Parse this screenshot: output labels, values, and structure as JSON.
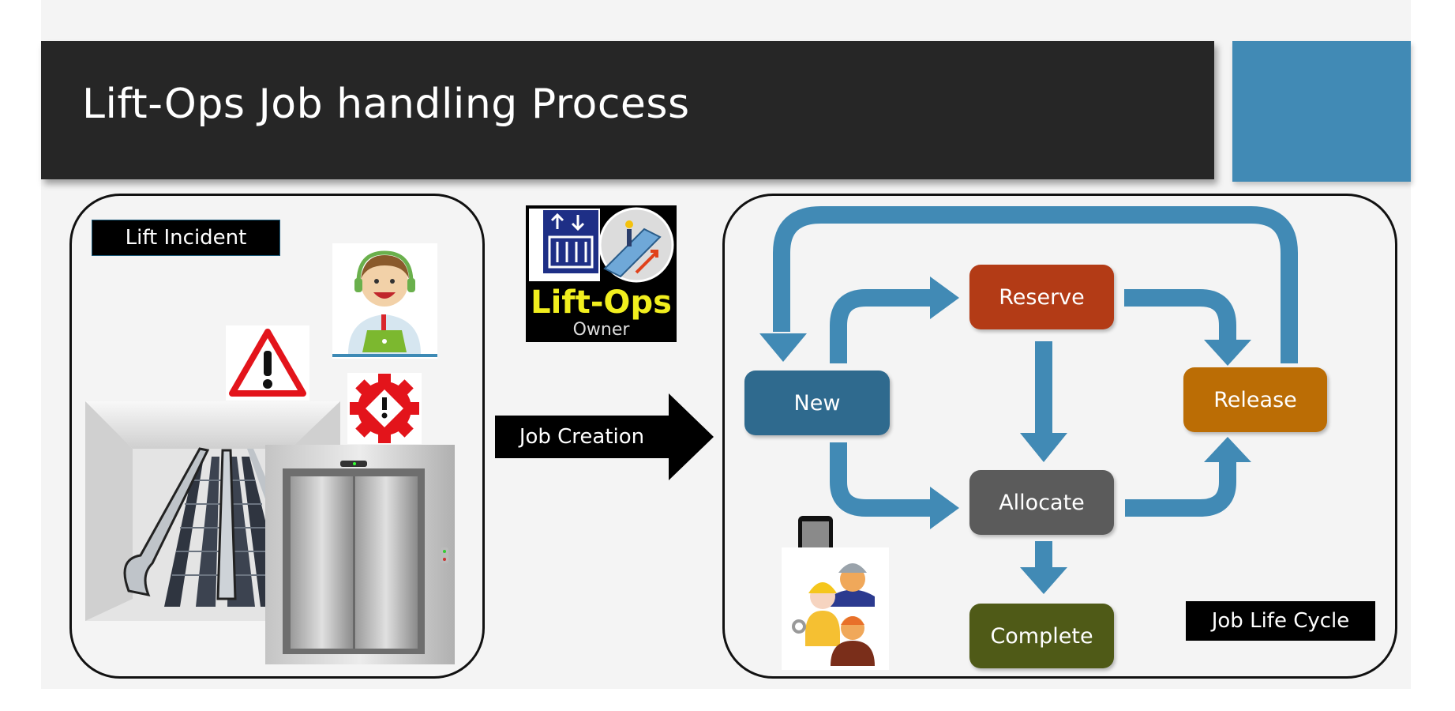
{
  "slide": {
    "title": "Lift-Ops Job handling Process",
    "colors": {
      "title_bar": "#262626",
      "accent": "#418ab5",
      "arrow": "#418ab5",
      "background": "#f4f4f4"
    }
  },
  "left_panel": {
    "tag": "Lift Incident",
    "icons": [
      "call-center-agent-icon",
      "warning-triangle-icon",
      "gear-warning-icon",
      "escalator-icon",
      "elevator-icon"
    ]
  },
  "center": {
    "logo": {
      "main_text": "Lift-Ops",
      "sub_text": "Owner"
    },
    "arrow_label": "Job Creation"
  },
  "right_panel": {
    "tag": "Job Life Cycle",
    "states": [
      {
        "id": "new",
        "label": "New",
        "color": "#2f6a8e"
      },
      {
        "id": "reserve",
        "label": "Reserve",
        "color": "#b33b16"
      },
      {
        "id": "allocate",
        "label": "Allocate",
        "color": "#5b5b5b"
      },
      {
        "id": "release",
        "label": "Release",
        "color": "#bb6d05"
      },
      {
        "id": "complete",
        "label": "Complete",
        "color": "#4f5a17"
      }
    ],
    "transitions": [
      {
        "from": "new",
        "to": "reserve"
      },
      {
        "from": "new",
        "to": "allocate"
      },
      {
        "from": "reserve",
        "to": "allocate"
      },
      {
        "from": "reserve",
        "to": "release"
      },
      {
        "from": "allocate",
        "to": "release"
      },
      {
        "from": "allocate",
        "to": "complete"
      },
      {
        "from": "release",
        "to": "new"
      }
    ],
    "icons": [
      "mobile-device-icon",
      "workers-group-icon"
    ]
  }
}
